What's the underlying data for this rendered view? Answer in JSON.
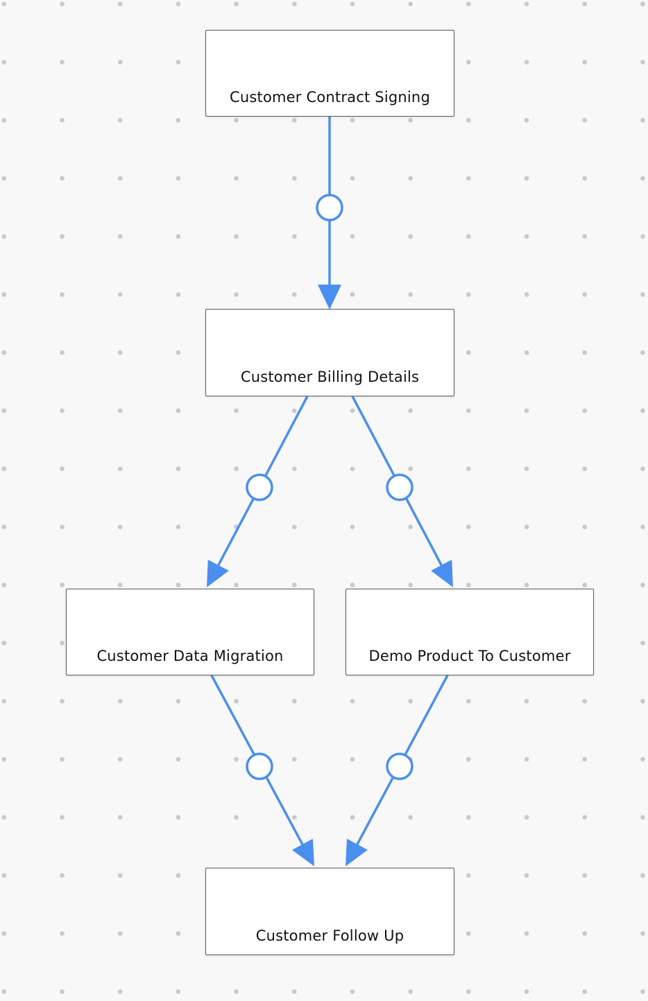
{
  "diagram": {
    "nodes": [
      {
        "id": "contract",
        "label": "Customer Contract Signing"
      },
      {
        "id": "billing",
        "label": "Customer Billing Details"
      },
      {
        "id": "migration",
        "label": "Customer Data Migration"
      },
      {
        "id": "demo",
        "label": "Demo Product To Customer"
      },
      {
        "id": "followup",
        "label": "Customer Follow Up"
      }
    ],
    "edges": [
      {
        "from": "contract",
        "to": "billing"
      },
      {
        "from": "billing",
        "to": "migration"
      },
      {
        "from": "billing",
        "to": "demo"
      },
      {
        "from": "migration",
        "to": "followup"
      },
      {
        "from": "demo",
        "to": "followup"
      }
    ],
    "colors": {
      "edge": "#4a8ff0",
      "node_border": "#5c5c5c",
      "background": "#f8f8f8",
      "grid_dot": "#c9c9c9"
    }
  }
}
